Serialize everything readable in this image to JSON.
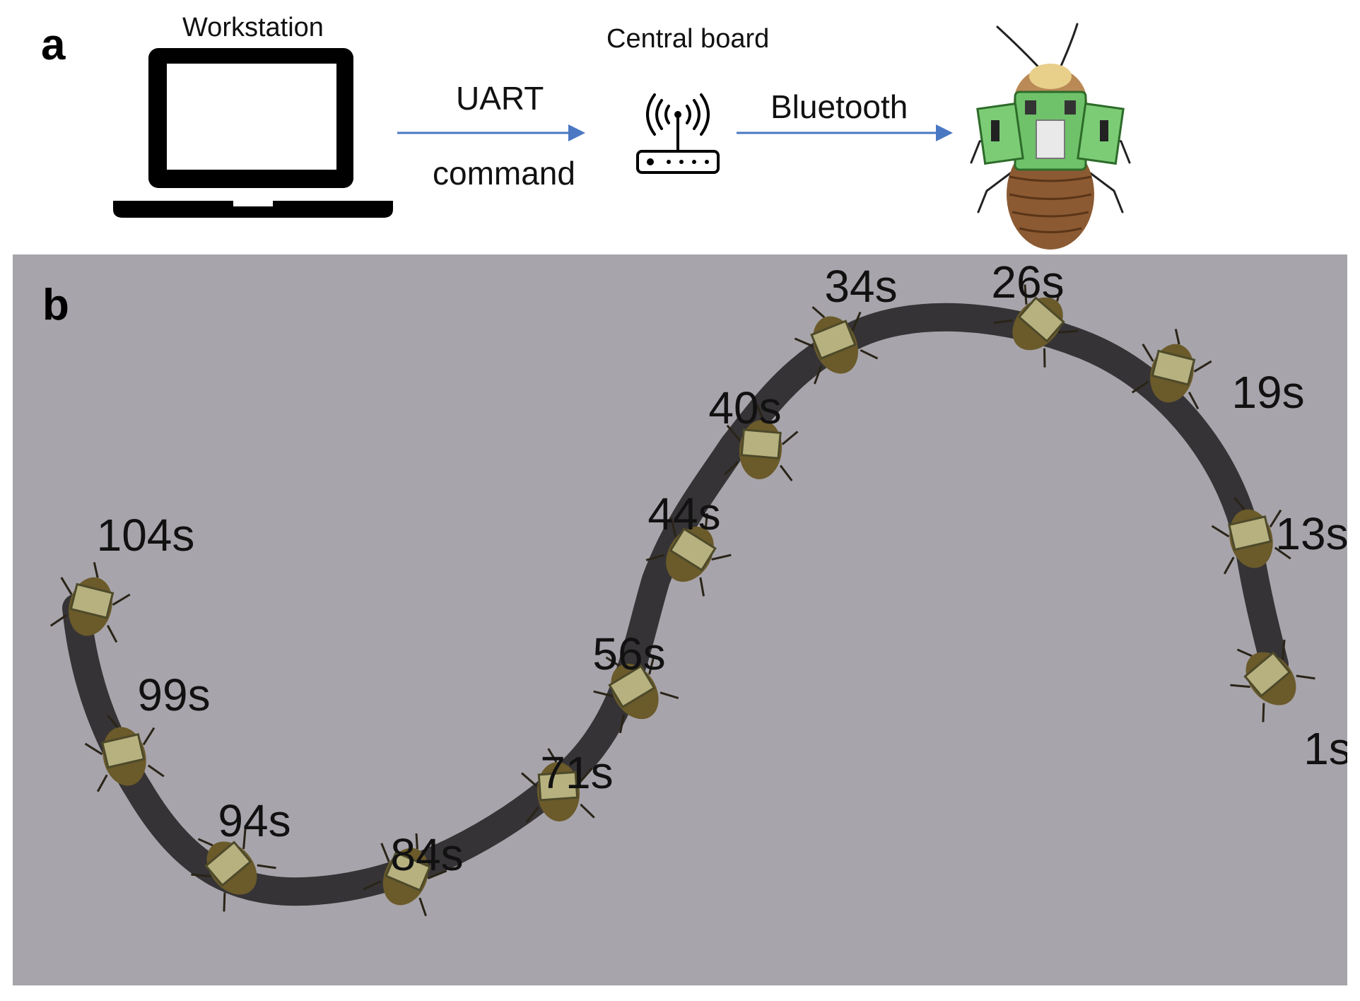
{
  "panel_a": {
    "letter": "a",
    "workstation_label": "Workstation",
    "central_board_label": "Central board",
    "uart_label": "UART",
    "command_label": "command",
    "bluetooth_label": "Bluetooth",
    "icons": [
      "laptop-icon",
      "router-icon",
      "cockroach-robot-image"
    ],
    "arrow_color": "#4a78c2"
  },
  "panel_b": {
    "letter": "b",
    "background_color": "#a7a4ab",
    "track_color": "#353335",
    "time_labels": [
      "1s",
      "13s",
      "19s",
      "26s",
      "34s",
      "40s",
      "44s",
      "56s",
      "71s",
      "84s",
      "94s",
      "99s",
      "104s"
    ]
  }
}
